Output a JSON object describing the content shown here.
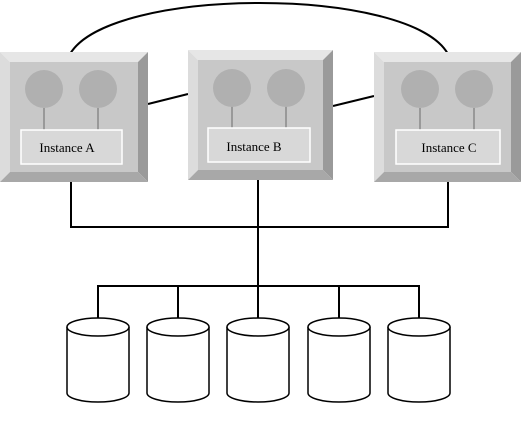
{
  "instances": [
    {
      "label": "Instance A"
    },
    {
      "label": "Instance B"
    },
    {
      "label": "Instance C"
    }
  ],
  "colors": {
    "box_face": "#c8c8c8",
    "box_light": "#e6e6e6",
    "box_dark": "#9a9a9a",
    "node": "#b0b0b0",
    "label_bg": "#d8d8d8",
    "disk_fill": "#ffffff",
    "line": "#000000"
  }
}
